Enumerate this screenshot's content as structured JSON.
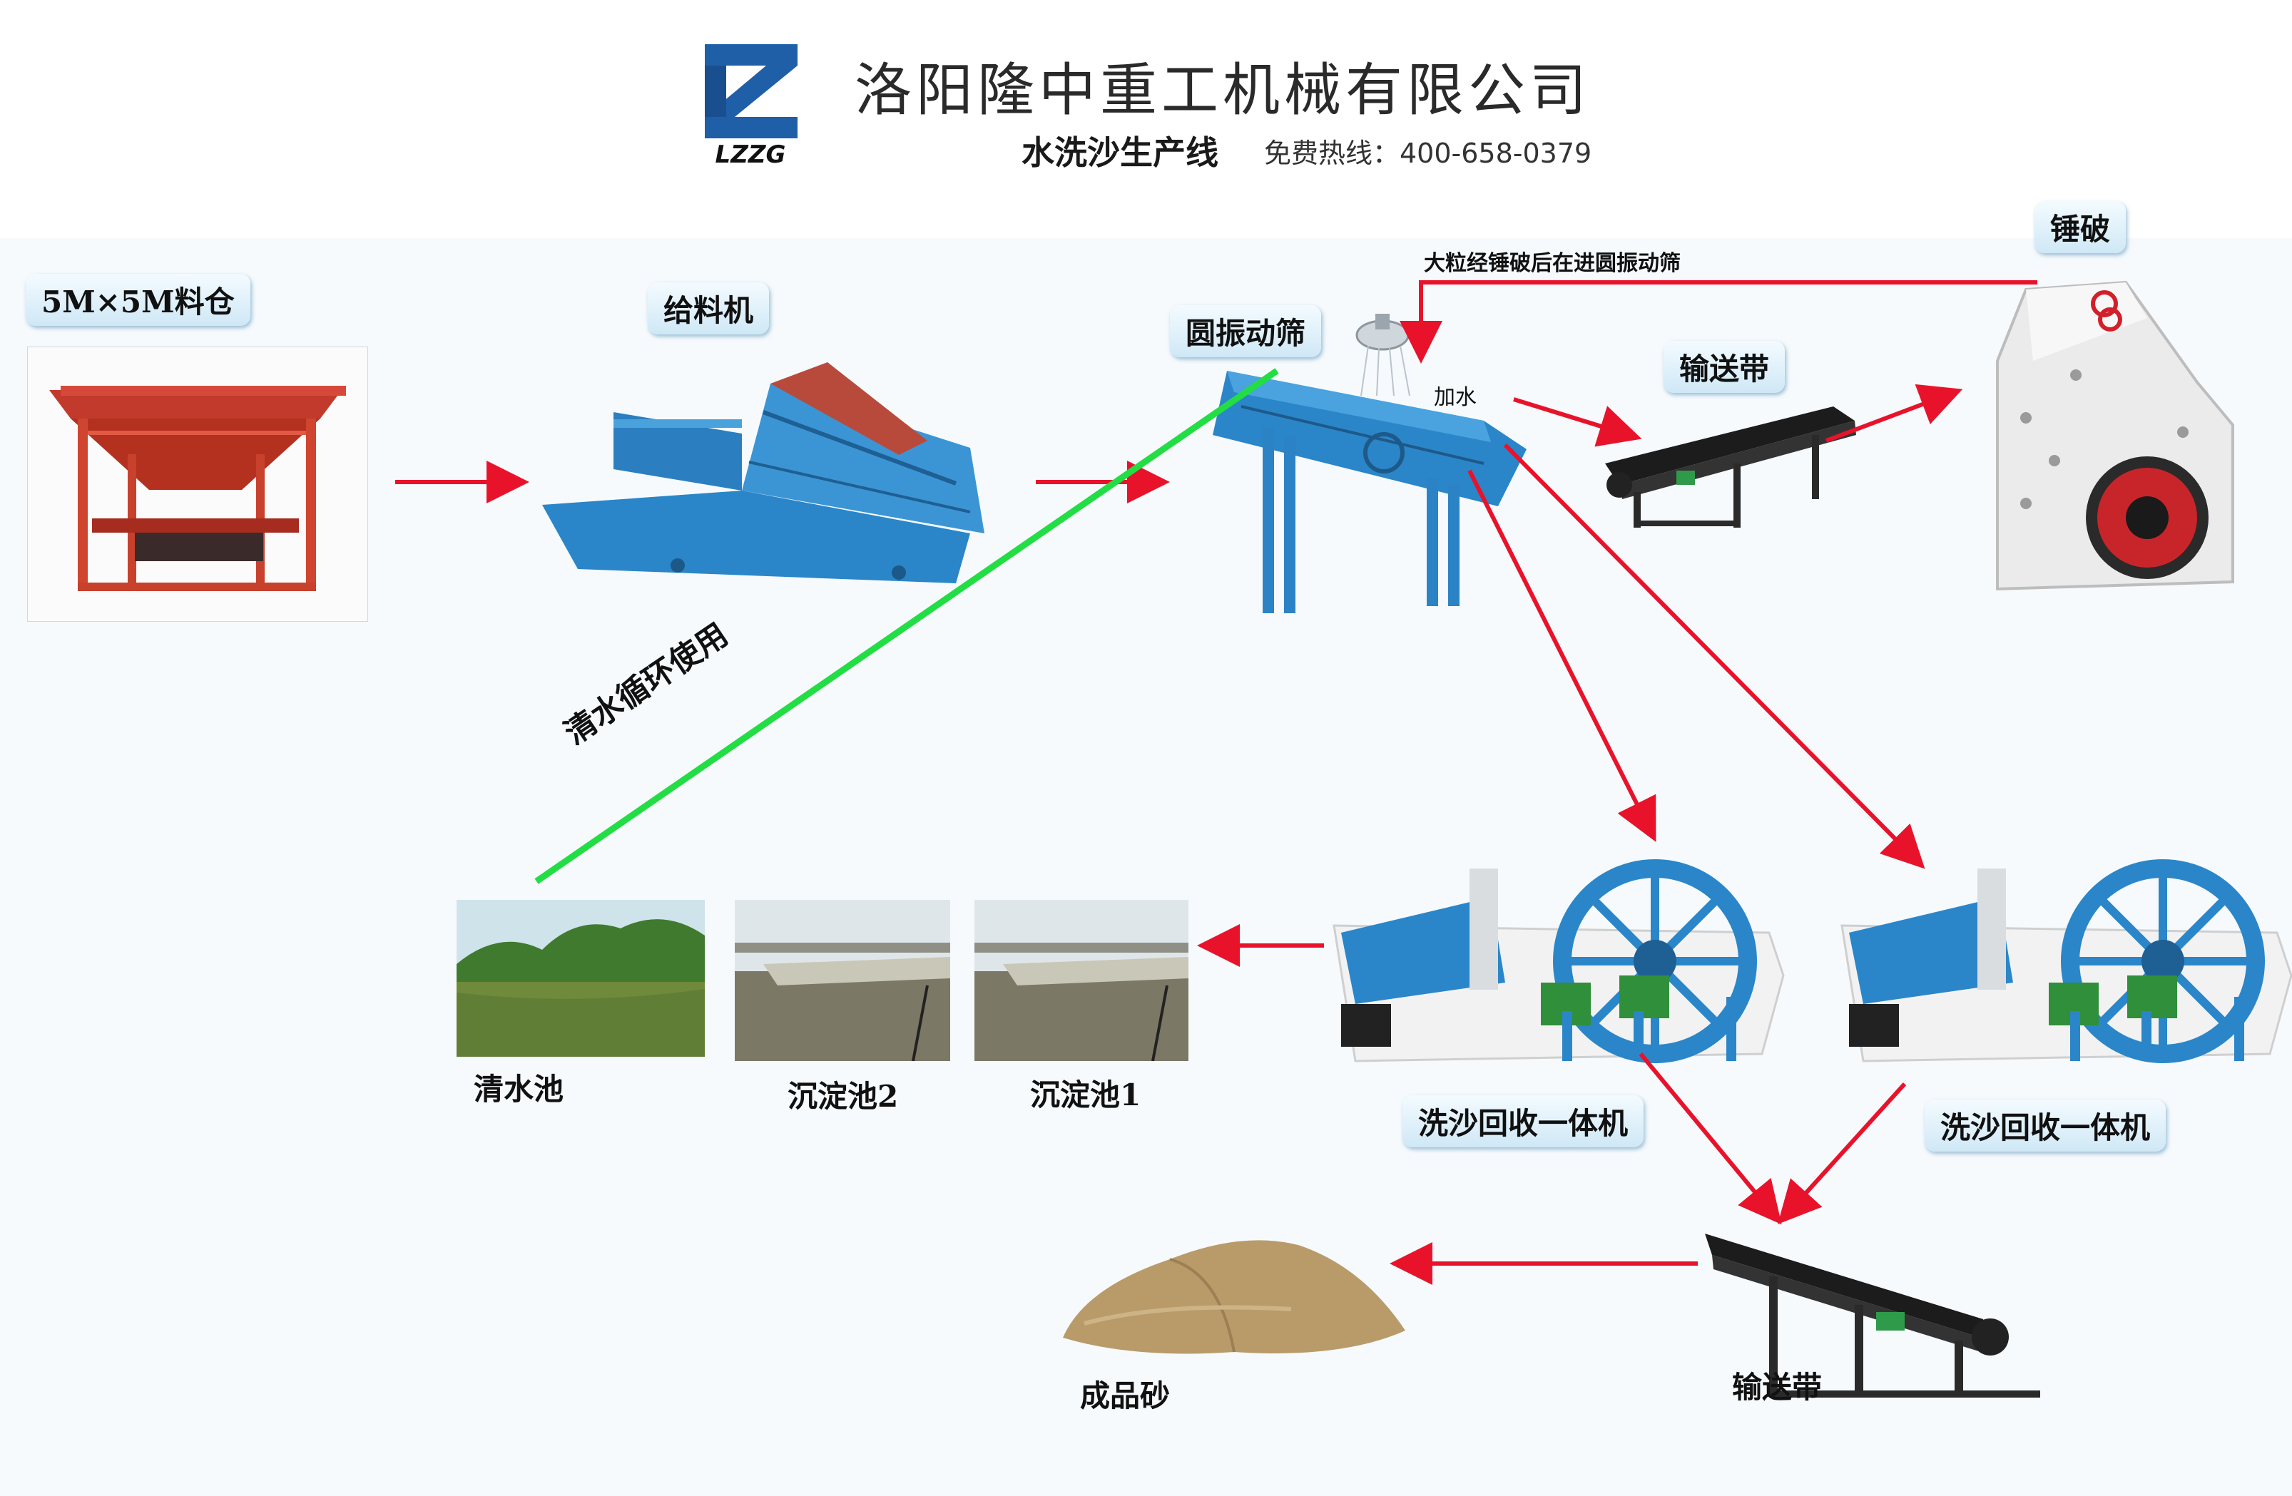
{
  "header": {
    "logo_text": "LZZG",
    "company": "洛阳隆中重工机械有限公司",
    "subtitle": "水洗沙生产线",
    "hotline": "免费热线：400-658-0379"
  },
  "nodes": {
    "silo": "5M×5M料仓",
    "feeder": "给料机",
    "screen": "圆振动筛",
    "conveyor_top": "输送带",
    "hammer_crusher": "锤破",
    "washer_left": "洗沙回收一体机",
    "washer_right": "洗沙回收一体机",
    "clear_pool": "清水池",
    "settling_2": "沉淀池2",
    "settling_1": "沉淀池1",
    "conveyor_bottom": "输送带",
    "product": "成品砂"
  },
  "annotations": {
    "return_loop": "大粒经锤破后在进圆振动筛",
    "add_water": "加水",
    "water_cycle": "清水循环使用"
  },
  "colors": {
    "flow_arrow": "#e8132b",
    "water_line": "#22dd44",
    "machine_blue": "#2a86c8",
    "silo_red": "#d23a2a",
    "logo_blue": "#1f5fa8"
  }
}
